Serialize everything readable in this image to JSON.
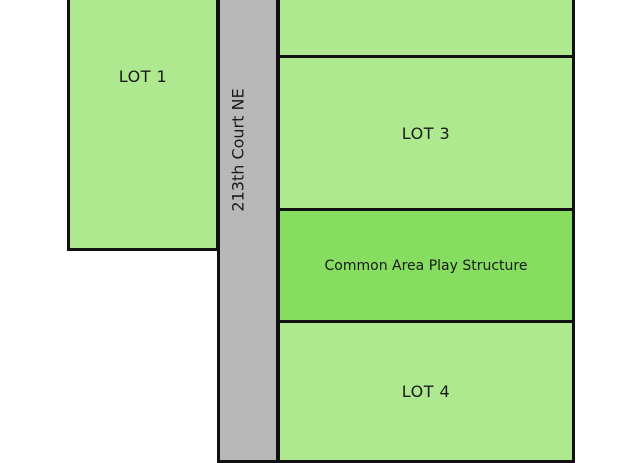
{
  "map": {
    "road": {
      "name": "213th Court NE"
    },
    "lots": [
      {
        "label": "LOT 1"
      },
      {
        "label": ""
      },
      {
        "label": "LOT 3"
      },
      {
        "label": "LOT 4"
      }
    ],
    "common_area": {
      "label": "Common Area Play Structure"
    }
  },
  "colors": {
    "lot_fill": "#aee88f",
    "common_area_fill": "#86dd5f",
    "road_fill": "#b8b8b8",
    "boundary": "#111111"
  }
}
